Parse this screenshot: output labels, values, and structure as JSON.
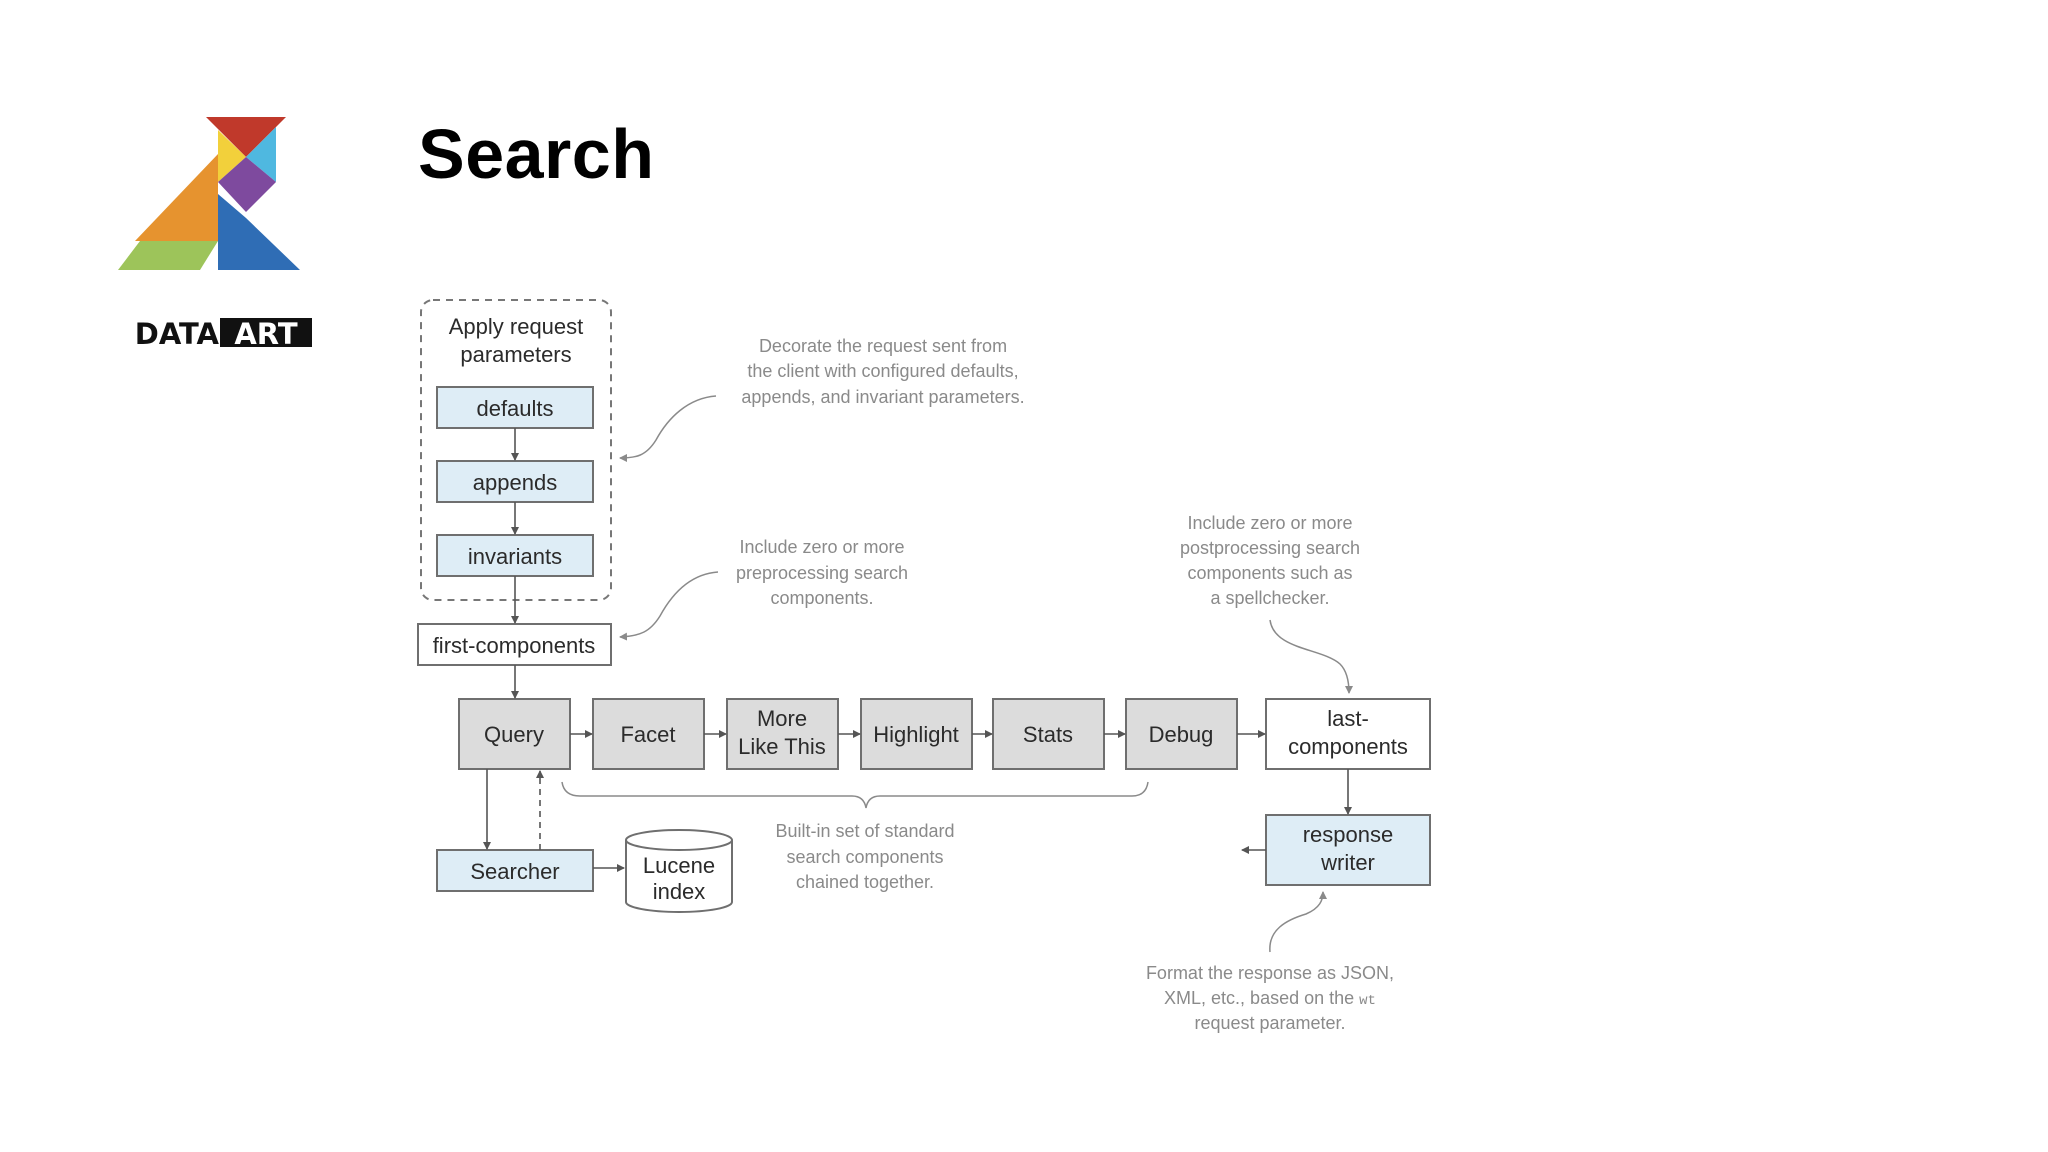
{
  "slide": {
    "title": "Search"
  },
  "brand": {
    "name": "DATAART",
    "name_prefix": "DATA",
    "name_suffix": "ART"
  },
  "colors": {
    "box_blue": "#deedf6",
    "box_gray": "#dcdcdc",
    "box_white": "#ffffff",
    "stroke": "#6f6f6f",
    "note_text": "#8a8a8a",
    "logo_red": "#c0392b",
    "logo_blue": "#2f6db5",
    "logo_orange": "#e6932f",
    "logo_green": "#9dc45a",
    "logo_yellow": "#f2d03b",
    "logo_purple": "#7e4a9e",
    "logo_cyan": "#4fb8e0"
  },
  "diagram": {
    "group_title_line1": "Apply request",
    "group_title_line2": "parameters",
    "defaults": "defaults",
    "appends": "appends",
    "invariants": "invariants",
    "first_components": "first-components",
    "query": "Query",
    "facet": "Facet",
    "more_like_this_line1": "More",
    "more_like_this_line2": "Like This",
    "highlight": "Highlight",
    "stats": "Stats",
    "debug": "Debug",
    "last_components_line1": "last-",
    "last_components_line2": "components",
    "response_writer_line1": "response",
    "response_writer_line2": "writer",
    "searcher": "Searcher",
    "lucene_index_line1": "Lucene",
    "lucene_index_line2": "index",
    "notes": {
      "decorate": [
        "Decorate the request sent from",
        "the client with configured defaults,",
        "appends, and invariant parameters."
      ],
      "preprocess": [
        "Include zero or more",
        "preprocessing search",
        "components."
      ],
      "postprocess": [
        "Include zero or more",
        "postprocessing search",
        "components such as",
        "a spellchecker."
      ],
      "builtin": [
        "Built-in set of standard",
        "search components",
        "chained together."
      ],
      "format_line1": "Format the response as JSON,",
      "format_line2_prefix": "XML, etc., based on the ",
      "format_line2_code": "wt",
      "format_line3": "request parameter."
    }
  }
}
